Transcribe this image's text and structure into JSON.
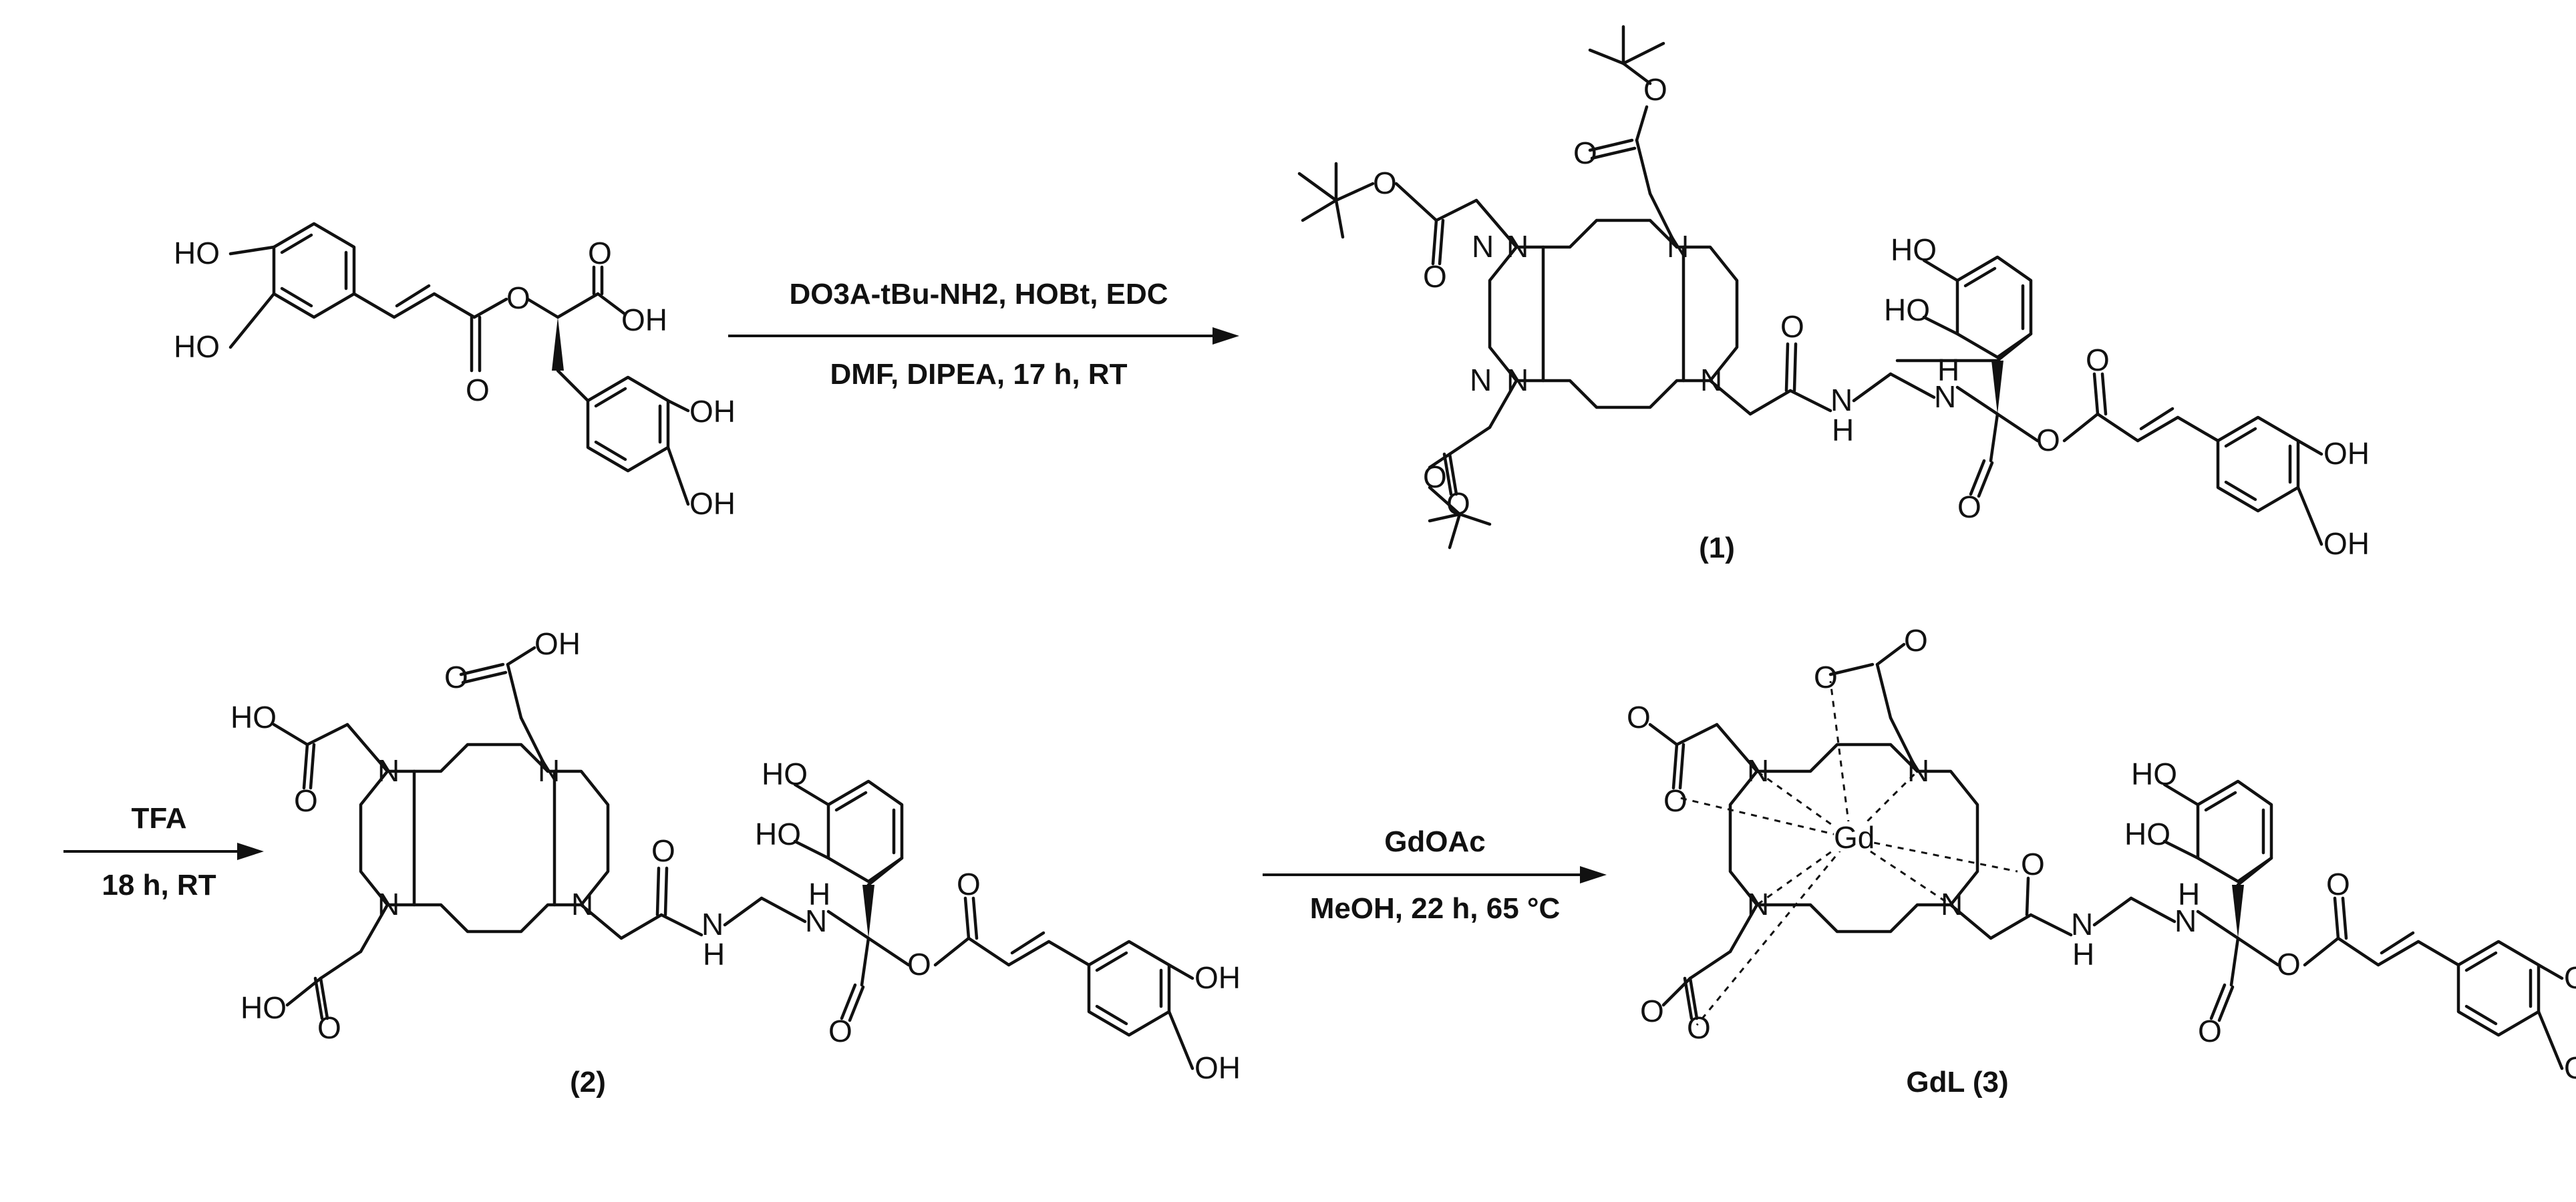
{
  "reactions": [
    {
      "reagents": "DO3A-tBu-NH2, HOBt, EDC",
      "conditions": "DMF, DIPEA, 17 h,  RT"
    },
    {
      "reagents": "TFA",
      "conditions": "18 h, RT"
    },
    {
      "reagents": "GdOAc",
      "conditions": "MeOH, 22 h, 65 °C"
    }
  ],
  "compounds": [
    {
      "label": ""
    },
    {
      "label": "(1)"
    },
    {
      "label": "(2)"
    },
    {
      "label": "GdL  (3)"
    }
  ],
  "atoms": {
    "HO": "HO",
    "OH": "OH",
    "O": "O",
    "N": "N",
    "H": "H",
    "Gd": "Gd"
  }
}
